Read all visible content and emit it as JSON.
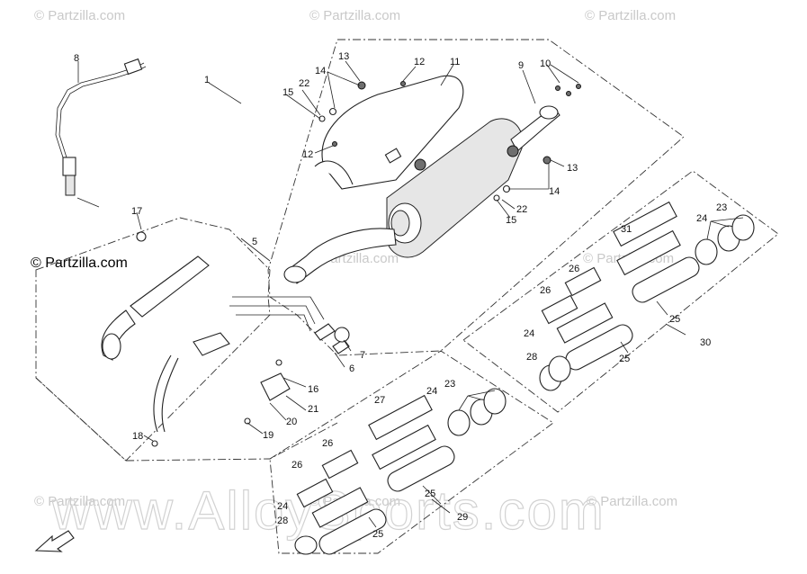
{
  "watermarks": {
    "partzilla": "© Partzilla.com",
    "partzilla_bold": "© Partzilla.com",
    "site": "www.AlloySports.com"
  },
  "callouts": {
    "c1": "1",
    "c5": "5",
    "c6": "6",
    "c7": "7",
    "c8": "8",
    "c9": "9",
    "c10": "10",
    "c11": "11",
    "c12a": "12",
    "c12b": "12",
    "c13a": "13",
    "c13b": "13",
    "c14a": "14",
    "c14b": "14",
    "c15a": "15",
    "c15b": "15",
    "c16": "16",
    "c17": "17",
    "c18": "18",
    "c19": "19",
    "c20": "20",
    "c21": "21",
    "c22a": "22",
    "c22b": "22",
    "c23a": "23",
    "c23b": "23",
    "c24a": "24",
    "c24b": "24",
    "c24c": "24",
    "c24d": "24",
    "c25a": "25",
    "c25b": "25",
    "c25c": "25",
    "c25d": "25",
    "c26a": "26",
    "c26b": "26",
    "c26c": "26",
    "c26d": "26",
    "c27": "27",
    "c28a": "28",
    "c28b": "28",
    "c29": "29",
    "c30": "30",
    "c31": "31"
  },
  "colors": {
    "line": "#222222",
    "watermark": "#c9c9c9",
    "background": "#ffffff"
  },
  "icons": {
    "front_arrow": "front-direction-arrow-icon"
  }
}
